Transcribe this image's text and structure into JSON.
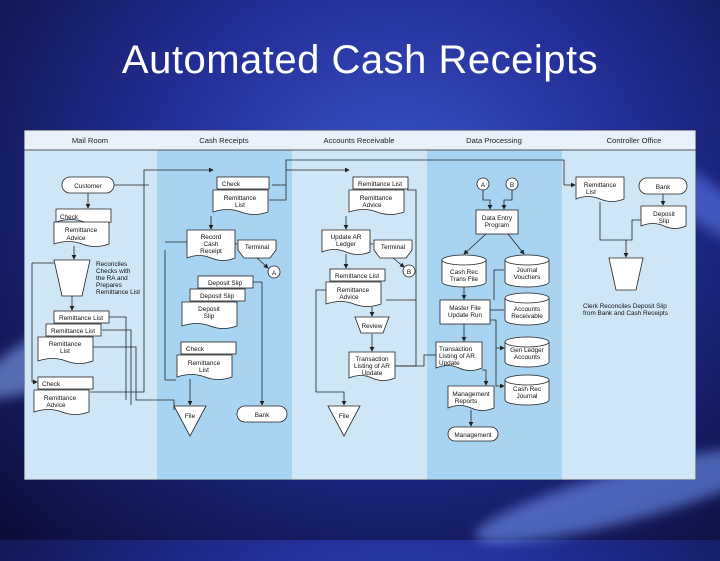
{
  "slide": {
    "title": "Automated Cash Receipts"
  },
  "colors": {
    "lane_light": "#cfe6f7",
    "lane_dark": "#a8d3f1",
    "header": "#e8f1fa"
  },
  "lanes": [
    "Mail Room",
    "Cash Receipts",
    "Accounts Receivable",
    "Data Processing",
    "Controller Office"
  ],
  "mail_room": {
    "customer": "Customer",
    "check": "Check",
    "remittance_advice": [
      "Remittance",
      "Advice"
    ],
    "reconciles": [
      "Reconciles",
      "Checks with",
      "the RA and",
      "Prepares",
      "Remittance List"
    ],
    "remittance_list_1": "Remittance List",
    "remittance_list_2": "Remittance List",
    "remittance_list_3": [
      "Remittance",
      "List"
    ],
    "check_2": "Check",
    "remittance_advice_2": [
      "Remittance",
      "Advice"
    ]
  },
  "cash_receipts": {
    "check": "Check",
    "remittance_list": [
      "Remittance",
      "List"
    ],
    "record_cash_receipt": [
      "Record",
      "Cash",
      "Receipt"
    ],
    "terminal": "Terminal",
    "connector_a": "A",
    "deposit_slip_1": "Deposit Slip",
    "deposit_slip_2": "Deposit Slip",
    "deposit_slip_3": [
      "Deposit",
      "Slip"
    ],
    "check_2": "Check",
    "remittance_list_2": [
      "Remittance",
      "List"
    ],
    "file": "File",
    "bank": "Bank"
  },
  "accounts_receivable": {
    "remittance_list": "Remittance List",
    "remittance_advice": [
      "Remittance",
      "Advice"
    ],
    "update_ar_ledger": [
      "Update AR",
      "Ledger"
    ],
    "terminal": "Terminal",
    "connector_b": "B",
    "remittance_list_2": "Remittance List",
    "remittance_advice_2": [
      "Remittance",
      "Advice"
    ],
    "review": "Review",
    "transaction_listing": [
      "Transaction",
      "Listing of AR",
      "Update"
    ],
    "file": "File"
  },
  "data_processing": {
    "connector_a": "A",
    "connector_b": "B",
    "data_entry_program": [
      "Data Entry",
      "Program"
    ],
    "cash_rec_trans_file": [
      "Cash Rec",
      "Trans File"
    ],
    "journal_vouchers": [
      "Journal",
      "Vouchers"
    ],
    "master_file_update_run": [
      "Master File",
      "Update Run"
    ],
    "accounts_receivable": [
      "Accounts",
      "Receivable"
    ],
    "transaction_listing": [
      "Transaction",
      "Listing of AR",
      "Update"
    ],
    "gen_ledger_accounts": [
      "Gen Ledger",
      "Accounts"
    ],
    "cash_rec_journal": [
      "Cash Rec",
      "Journal"
    ],
    "management_reports": [
      "Management",
      "Reports"
    ],
    "management": "Management"
  },
  "controller_office": {
    "remittance_list": [
      "Remittance",
      "List"
    ],
    "bank": "Bank",
    "deposit_slip": [
      "Deposit",
      "Slip"
    ],
    "clerk_reconciles": [
      "Clerk Reconciles Deposit Slip",
      "from Bank and Cash Receipts"
    ]
  }
}
